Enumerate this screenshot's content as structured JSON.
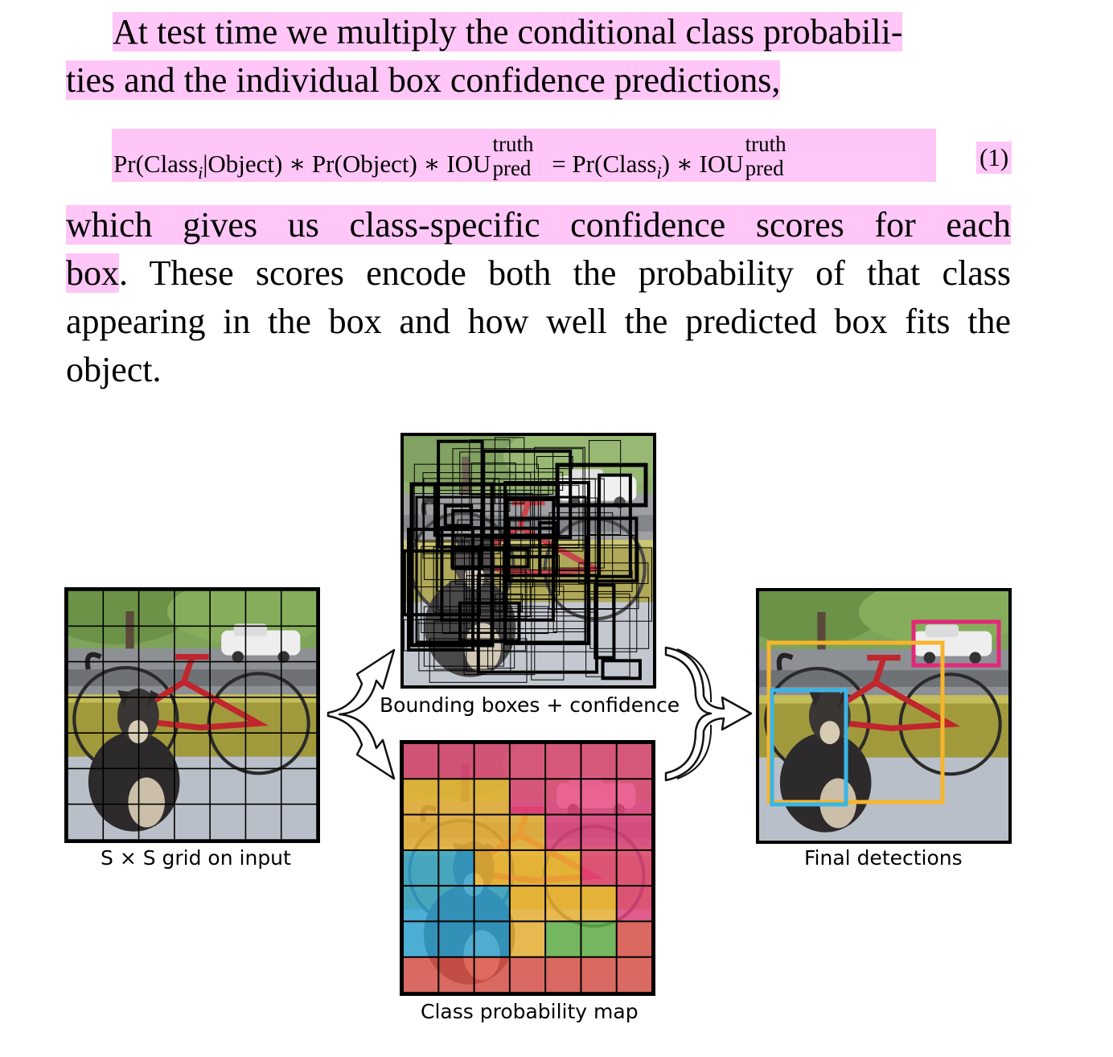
{
  "text": {
    "p1_line1": "At test time we multiply the conditional class probabili-",
    "p1_line2": "ties and the individual box confidence predictions,",
    "eq_pr1": "Pr(Class",
    "eq_i": "i",
    "eq_obj_part": "|Object) ∗ Pr(Object) ∗ IOU",
    "eq_truth": "truth",
    "eq_pred": "pred",
    "eq_eq": " = Pr(Class",
    "eq_close": ") ∗ IOU",
    "eq_number": "(1)",
    "p2_line1": "which gives us class-specific confidence scores for each",
    "p2_box": "box",
    "p2_line2_rest": ". These scores encode both the probability of that class",
    "p2_line3": "appearing in the box and how well the predicted box fits the",
    "p2_line4": "object."
  },
  "figure": {
    "caption_input": "S × S grid on input",
    "caption_boxes": "Bounding boxes + confidence",
    "caption_classmap": "Class probability map",
    "caption_final": "Final detections",
    "grid_size": 7,
    "class_colors": {
      "pink": "#e8457f",
      "yellow": "#f2b736",
      "blue": "#35a8d8",
      "green": "#66b54a",
      "red": "#e2564a"
    },
    "class_map": [
      [
        "pink",
        "pink",
        "pink",
        "pink",
        "pink",
        "pink",
        "pink"
      ],
      [
        "yellow",
        "yellow",
        "yellow",
        "pink",
        "pink",
        "pink",
        "pink"
      ],
      [
        "yellow",
        "yellow",
        "yellow",
        "yellow",
        "pink",
        "pink",
        "pink"
      ],
      [
        "blue",
        "blue",
        "yellow",
        "yellow",
        "yellow",
        "pink",
        "pink"
      ],
      [
        "blue",
        "blue",
        "blue",
        "yellow",
        "yellow",
        "yellow",
        "pink"
      ],
      [
        "blue",
        "blue",
        "blue",
        "yellow",
        "green",
        "green",
        "red"
      ],
      [
        "red",
        "red",
        "red",
        "red",
        "red",
        "red",
        "red"
      ]
    ],
    "detection_colors": [
      "#f7b52c",
      "#3ab5e6",
      "#e3287a"
    ]
  }
}
